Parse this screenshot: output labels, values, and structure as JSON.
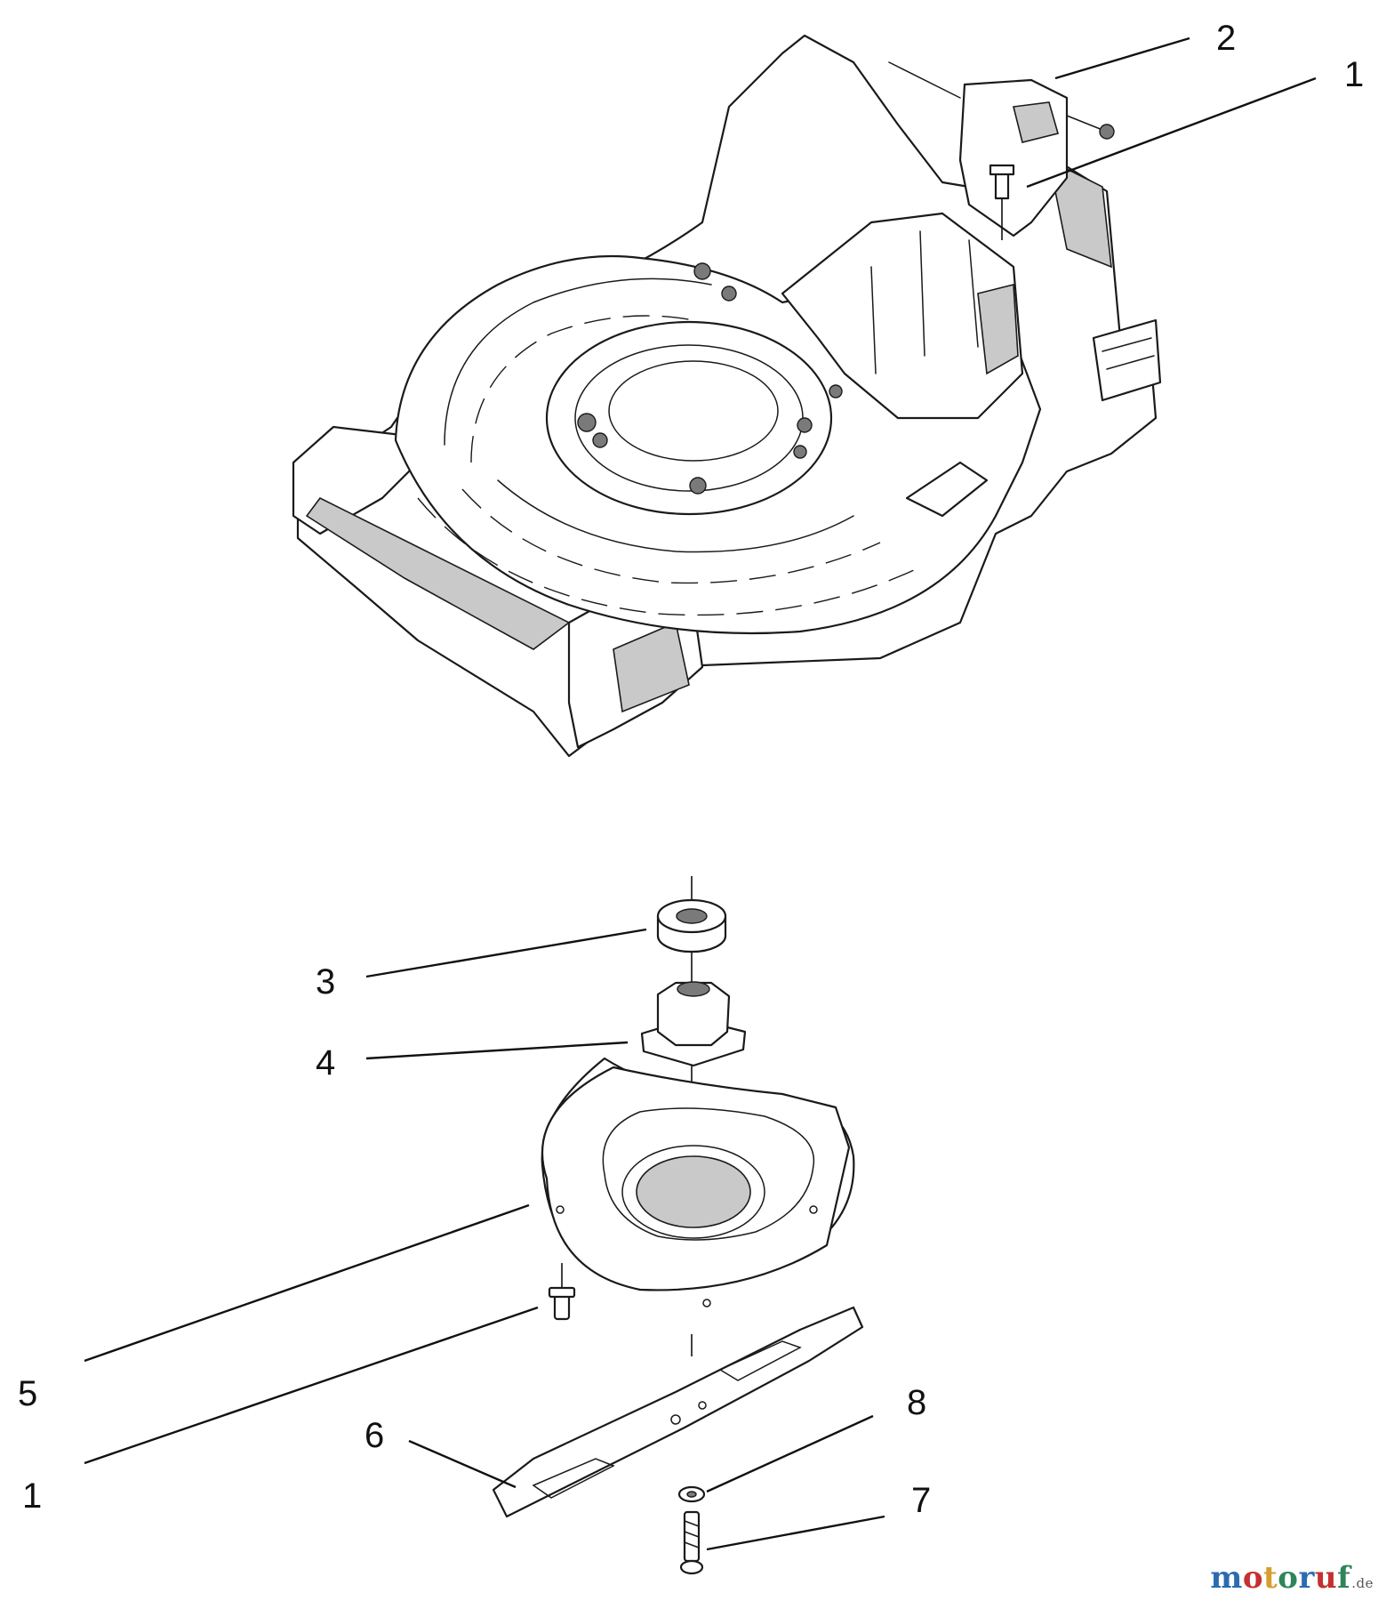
{
  "callouts": [
    {
      "id": "c2-top",
      "label": "2"
    },
    {
      "id": "c1-top",
      "label": "1"
    },
    {
      "id": "c3",
      "label": "3"
    },
    {
      "id": "c4",
      "label": "4"
    },
    {
      "id": "c5",
      "label": "5"
    },
    {
      "id": "c1-bottom",
      "label": "1"
    },
    {
      "id": "c6",
      "label": "6"
    },
    {
      "id": "c8",
      "label": "8"
    },
    {
      "id": "c7",
      "label": "7"
    }
  ],
  "watermark": {
    "letters": [
      "m",
      "o",
      "t",
      "o",
      "r",
      "u",
      "f"
    ],
    "letter_colors": [
      "#2b6cb0",
      "#c53030",
      "#d69e2e",
      "#2f855a",
      "#2b6cb0",
      "#c53030",
      "#2f855a"
    ],
    "suffix": ".de"
  }
}
